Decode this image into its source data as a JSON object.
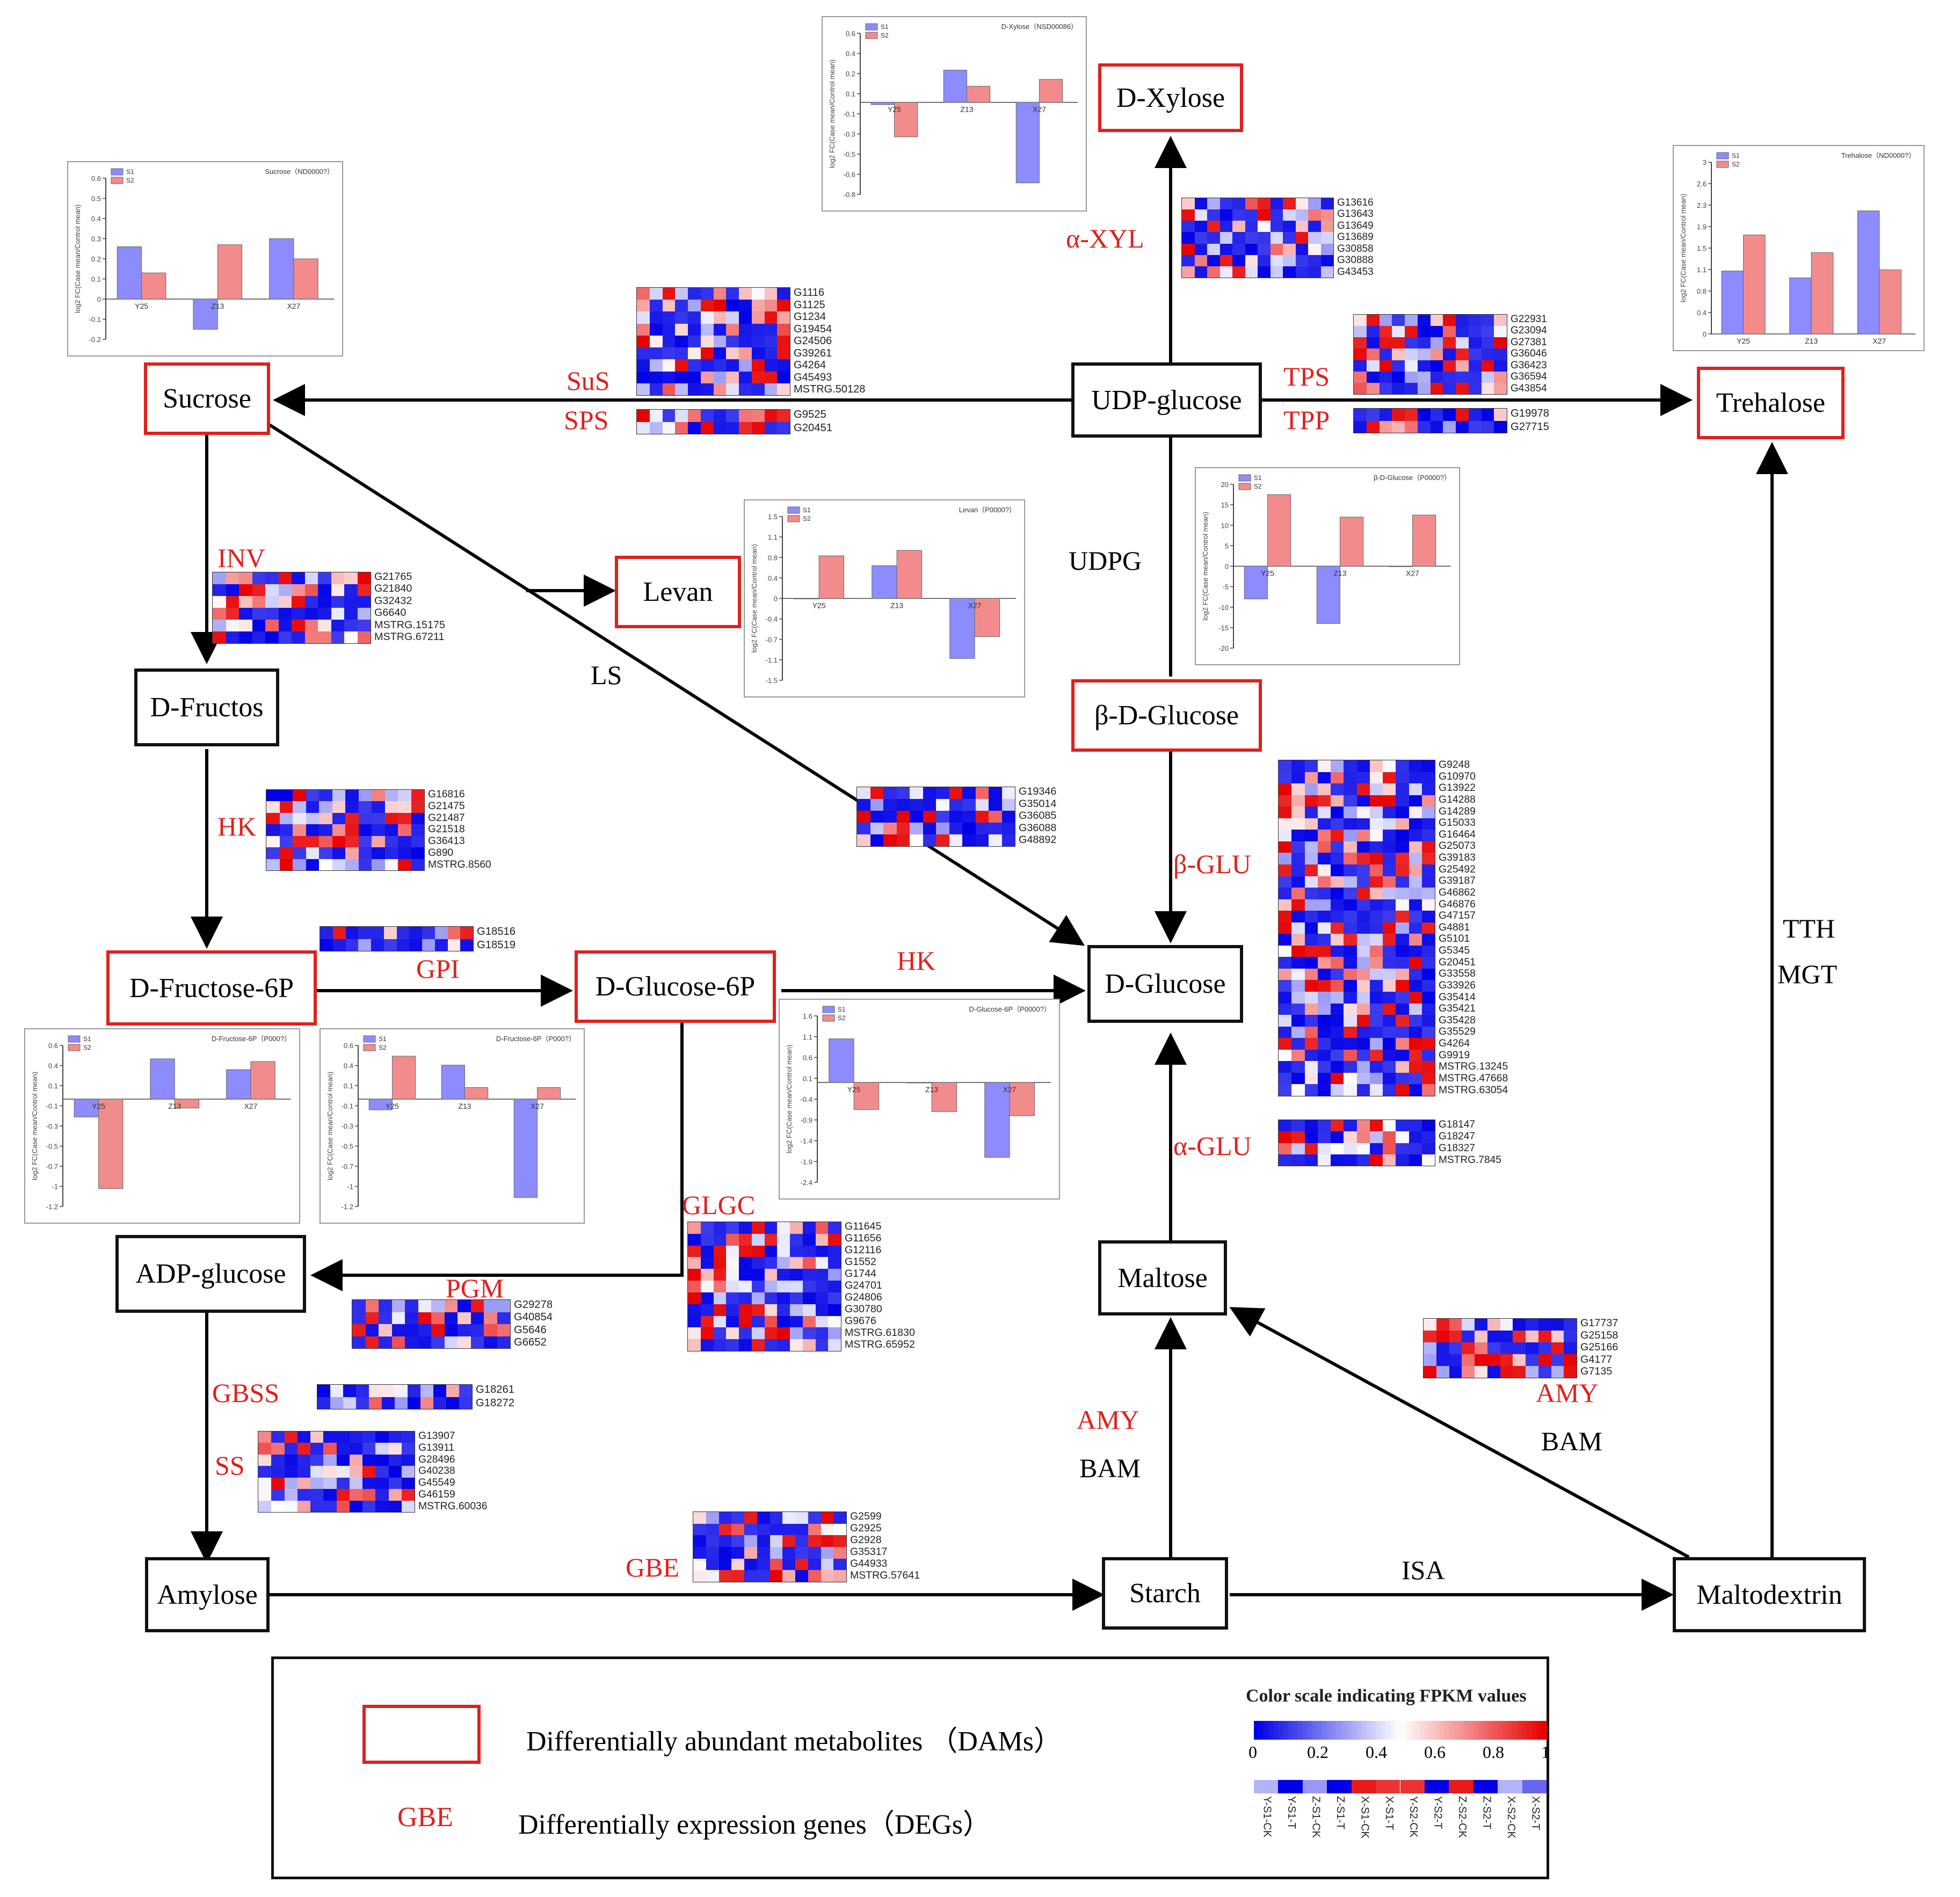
{
  "metabolites": [
    {
      "id": "D-Xylose",
      "label": "D-Xylose",
      "dam": true
    },
    {
      "id": "Sucrose",
      "label": "Sucrose",
      "dam": true
    },
    {
      "id": "UDP-glucose",
      "label": "UDP-glucose",
      "dam": false
    },
    {
      "id": "Trehalose",
      "label": "Trehalose",
      "dam": true
    },
    {
      "id": "Levan",
      "label": "Levan",
      "dam": true
    },
    {
      "id": "D-Fructos",
      "label": "D-Fructos",
      "dam": false
    },
    {
      "id": "beta-D-Glucose",
      "label": "β-D-Glucose",
      "dam": true
    },
    {
      "id": "D-Fructose-6P",
      "label": "D-Fructose-6P",
      "dam": true
    },
    {
      "id": "D-Glucose-6P",
      "label": "D-Glucose-6P",
      "dam": true
    },
    {
      "id": "D-Glucose",
      "label": "D-Glucose",
      "dam": false
    },
    {
      "id": "ADP-glucose",
      "label": "ADP-glucose",
      "dam": false
    },
    {
      "id": "Maltose",
      "label": "Maltose",
      "dam": false
    },
    {
      "id": "Amylose",
      "label": "Amylose",
      "dam": false
    },
    {
      "id": "Starch",
      "label": "Starch",
      "dam": false
    },
    {
      "id": "Maltodextrin",
      "label": "Maltodextrin",
      "dam": false
    }
  ],
  "enzymes": {
    "a_xyl": "α-XYL",
    "sus": "SuS",
    "sps": "SPS",
    "tps": "TPS",
    "tpp": "TPP",
    "inv": "INV",
    "hk1": "HK",
    "hk2": "HK",
    "gpi": "GPI",
    "b_glu": "β-GLU",
    "a_glu": "α-GLU",
    "glgc": "GLGC",
    "pgm": "PGM",
    "gbss": "GBSS",
    "ss": "SS",
    "gbe": "GBE",
    "amy1": "AMY",
    "amy2": "AMY"
  },
  "plain_labels": {
    "udpg": "UDPG",
    "ls": "LS",
    "bam1": "BAM",
    "bam2": "BAM",
    "isa": "ISA",
    "tth": "TTH",
    "mgt": "MGT"
  },
  "heatmaps": [
    {
      "id": "xyl",
      "genes": [
        "G13616",
        "G13643",
        "G13649",
        "G13689",
        "G30858",
        "G30888",
        "G43453"
      ],
      "seed": 11
    },
    {
      "id": "sus",
      "genes": [
        "G1116",
        "G1125",
        "G1234",
        "G19454",
        "G24506",
        "G39261",
        "G4264",
        "G45493",
        "MSTRG.50128"
      ],
      "seed": 23
    },
    {
      "id": "sps",
      "genes": [
        "G9525",
        "G20451"
      ],
      "seed": 37
    },
    {
      "id": "tps",
      "genes": [
        "G22931",
        "G23094",
        "G27381",
        "G36046",
        "G36423",
        "G36594",
        "G43854"
      ],
      "seed": 41
    },
    {
      "id": "tpp",
      "genes": [
        "G19978",
        "G27715"
      ],
      "seed": 53
    },
    {
      "id": "inv",
      "genes": [
        "G21765",
        "G21840",
        "G32432",
        "G6640",
        "MSTRG.15175",
        "MSTRG.67211"
      ],
      "seed": 61
    },
    {
      "id": "hk",
      "genes": [
        "G16816",
        "G21475",
        "G21487",
        "G21518",
        "G36413",
        "G890",
        "MSTRG.8560"
      ],
      "seed": 71
    },
    {
      "id": "gpi",
      "genes": [
        "G18516",
        "G18519"
      ],
      "seed": 83
    },
    {
      "id": "ls",
      "genes": [
        "G19346",
        "G35014",
        "G36085",
        "G36088",
        "G48892"
      ],
      "seed": 97
    },
    {
      "id": "bglu",
      "genes": [
        "G9248",
        "G10970",
        "G13922",
        "G14288",
        "G14289",
        "G15033",
        "G16464",
        "G25073",
        "G39183",
        "G25492",
        "G39187",
        "G46862",
        "G46876",
        "G47157",
        "G4881",
        "G5101",
        "G5345",
        "G20451",
        "G33558",
        "G33926",
        "G35414",
        "G35421",
        "G35428",
        "G35529",
        "G4264",
        "G9919",
        "MSTRG.13245",
        "MSTRG.47668",
        "MSTRG.63054"
      ],
      "seed": 101
    },
    {
      "id": "aglu",
      "genes": [
        "G18147",
        "G18247",
        "G18327",
        "MSTRG.7845"
      ],
      "seed": 113
    },
    {
      "id": "glgc",
      "genes": [
        "G11645",
        "G11656",
        "G12116",
        "G1552",
        "G1744",
        "G24701",
        "G24806",
        "G30780",
        "G9676",
        "MSTRG.61830",
        "MSTRG.65952"
      ],
      "seed": 127
    },
    {
      "id": "pgm",
      "genes": [
        "G29278",
        "G40854",
        "G5646",
        "G6652"
      ],
      "seed": 131
    },
    {
      "id": "amy",
      "genes": [
        "G17737",
        "G25158",
        "G25166",
        "G4177",
        "G7135"
      ],
      "seed": 139
    },
    {
      "id": "gbss",
      "genes": [
        "G18261",
        "G18272"
      ],
      "seed": 149
    },
    {
      "id": "ss",
      "genes": [
        "G13907",
        "G13911",
        "G28496",
        "G40238",
        "G45549",
        "G46159",
        "MSTRG.60036"
      ],
      "seed": 151
    },
    {
      "id": "gbe",
      "genes": [
        "G2599",
        "G2925",
        "G2928",
        "G35317",
        "G44933",
        "MSTRG.57641"
      ],
      "seed": 163
    }
  ],
  "chart_data": [
    {
      "id": "bc-sucrose",
      "type": "bar",
      "title": "Sucrose（ND0000?）",
      "categories": [
        "Y25",
        "Z13",
        "X27"
      ],
      "ylim": [
        -0.2,
        0.6
      ],
      "series": [
        {
          "name": "S1",
          "values": [
            0.26,
            -0.15,
            0.3
          ]
        },
        {
          "name": "S2",
          "values": [
            0.13,
            0.27,
            0.2
          ]
        }
      ],
      "ylabel": "log2 FC(Case mean/Control mean)"
    },
    {
      "id": "bc-xylose",
      "type": "bar",
      "title": "D-Xylose（NSD00086）",
      "categories": [
        "Y25",
        "Z13",
        "X27"
      ],
      "ylim": [
        -0.8,
        0.6
      ],
      "series": [
        {
          "name": "S1",
          "values": [
            -0.02,
            0.28,
            -0.7
          ]
        },
        {
          "name": "S2",
          "values": [
            -0.3,
            0.14,
            0.2
          ]
        }
      ],
      "ylabel": "log2 FC(Case mean/Control mean)"
    },
    {
      "id": "bc-trehalose",
      "type": "bar",
      "title": "Trehalose（ND0000?）",
      "categories": [
        "Y25",
        "Z13",
        "X27"
      ],
      "ylim": [
        0,
        3.0
      ],
      "series": [
        {
          "name": "S1",
          "values": [
            1.1,
            0.98,
            2.15
          ]
        },
        {
          "name": "S2",
          "values": [
            1.73,
            1.42,
            1.12
          ]
        }
      ],
      "ylabel": "log2 FC(Case mean/Control mean)"
    },
    {
      "id": "bc-levan",
      "type": "bar",
      "title": "Levan（P0000?）",
      "categories": [
        "Y25",
        "Z13",
        "X27"
      ],
      "ylim": [
        -1.5,
        1.5
      ],
      "series": [
        {
          "name": "S1",
          "values": [
            0.0,
            0.6,
            -1.1
          ]
        },
        {
          "name": "S2",
          "values": [
            0.78,
            0.88,
            -0.7
          ]
        }
      ],
      "ylabel": "log2 FC(Case mean/Control mean)"
    },
    {
      "id": "bc-bglucose",
      "type": "bar",
      "title": "β-D-Glucose（P0000?）",
      "categories": [
        "Y25",
        "Z13",
        "X27"
      ],
      "ylim": [
        -20,
        20
      ],
      "series": [
        {
          "name": "S1",
          "values": [
            -8,
            -14,
            0
          ]
        },
        {
          "name": "S2",
          "values": [
            17.5,
            12,
            12.5
          ]
        }
      ],
      "ylabel": "log2 FC(Case mean/Control mean)"
    },
    {
      "id": "bc-fru6p-1",
      "type": "bar",
      "title": "D-Fructose-6P（P000?）",
      "categories": [
        "Y25",
        "Z13",
        "X27"
      ],
      "ylim": [
        -1.2,
        0.6
      ],
      "series": [
        {
          "name": "S1",
          "values": [
            -0.2,
            0.45,
            0.33
          ]
        },
        {
          "name": "S2",
          "values": [
            -1.0,
            -0.1,
            0.42
          ]
        }
      ],
      "ylabel": "log2 FC(Case mean/Control mean)"
    },
    {
      "id": "bc-fru6p-2",
      "type": "bar",
      "title": "D-Fructose-6P（P000?）",
      "categories": [
        "Y25",
        "Z13",
        "X27"
      ],
      "ylim": [
        -1.2,
        0.6
      ],
      "series": [
        {
          "name": "S1",
          "values": [
            -0.12,
            0.38,
            -1.1
          ]
        },
        {
          "name": "S2",
          "values": [
            0.48,
            0.13,
            0.13
          ]
        }
      ],
      "ylabel": "log2 FC(Case mean/Control mean)"
    },
    {
      "id": "bc-glc6p",
      "type": "bar",
      "title": "D-Glucose-6P（P0000?）",
      "categories": [
        "Y25",
        "Z13",
        "X27"
      ],
      "ylim": [
        -2.4,
        1.6
      ],
      "series": [
        {
          "name": "S1",
          "values": [
            1.05,
            0,
            -1.8
          ]
        },
        {
          "name": "S2",
          "values": [
            -0.65,
            -0.7,
            -0.8
          ]
        }
      ],
      "ylabel": "log2 FC(Case mean/Control mean)"
    }
  ],
  "legend": {
    "dam_text": "Differentially abundant metabolites （DAMs）",
    "deg_sample": "GBE",
    "deg_text": "Differentially expression genes（DEGs）",
    "scale_title": "Color scale indicating FPKM values",
    "scale_ticks": [
      "0",
      "0.2",
      "0.4",
      "0.6",
      "0.8",
      "1"
    ],
    "samples": [
      "Y-S1-CK",
      "Y-S1-T",
      "Z-S1-CK",
      "Z-S1-T",
      "X-S1-CK",
      "X-S1-T",
      "Y-S2-CK",
      "Y-S2-T",
      "Z-S2-CK",
      "Z-S2-T",
      "X-S2-CK",
      "X-S2-T"
    ]
  },
  "colors": {
    "dam": "#e0201c",
    "enzyme": "#e0201c",
    "series1": "#8c8cff",
    "series2": "#f28c8c",
    "heat_low": "#0000e6",
    "heat_mid": "#ffffff",
    "heat_high": "#e60000"
  }
}
